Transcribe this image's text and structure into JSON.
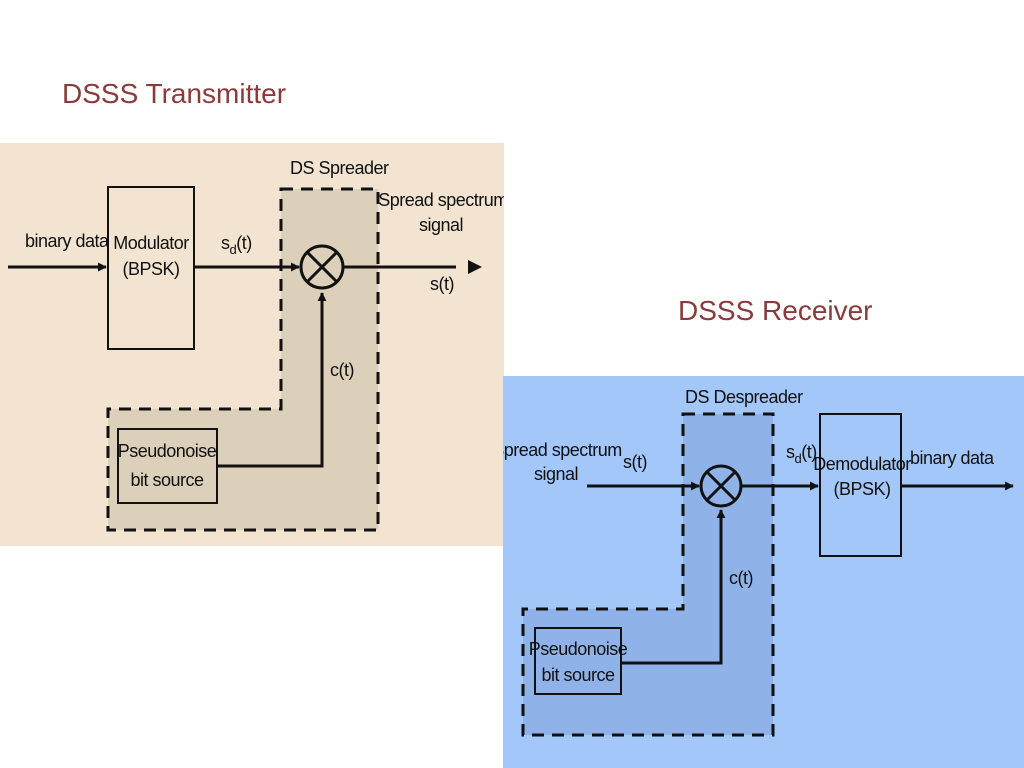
{
  "titles": {
    "transmitter": "DSSS Transmitter",
    "receiver": "DSSS Receiver"
  },
  "transmitter": {
    "spreader_label": "DS Spreader",
    "input_label": "binary data",
    "modulator": {
      "line1": "Modulator",
      "line2": "(BPSK)"
    },
    "sd_label": {
      "main": "s",
      "sub": "d",
      "suffix": "(t)"
    },
    "output_label": {
      "line1": "Spread spectrum",
      "line2": "signal"
    },
    "st_label": "s(t)",
    "ct_label": "c(t)",
    "pn_source": {
      "line1": "Pseudonoise",
      "line2": "bit source"
    }
  },
  "receiver": {
    "despreader_label": "DS Despreader",
    "input_label": {
      "line1": "Spread spectrum",
      "line2": "signal"
    },
    "st_label": "s(t)",
    "sd_label": {
      "main": "s",
      "sub": "d",
      "suffix": "(t)"
    },
    "demodulator": {
      "line1": "Demodulator",
      "line2": "(BPSK)"
    },
    "output_label": "binary data",
    "ct_label": "c(t)",
    "pn_source": {
      "line1": "Pseudonoise",
      "line2": "bit source"
    }
  },
  "colors": {
    "title": "#8b3a3a",
    "tx_background": "#f2e4d1",
    "tx_dashed_region": "#ddd0bb",
    "rx_background": "#a3c7f8",
    "rx_dashed_region": "#8fb3e8",
    "line": "#111111"
  }
}
